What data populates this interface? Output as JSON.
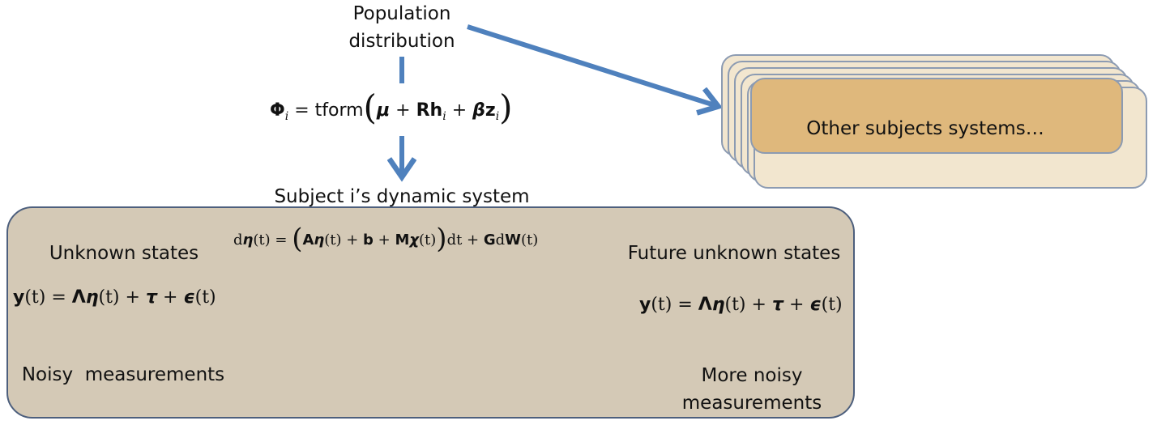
{
  "population_label": [
    "Population",
    "distribution"
  ],
  "phi_equation": {
    "lhs": "Φ",
    "lhs_sub": "i",
    "equals": "=",
    "func": "tform",
    "mu": "μ",
    "plus": "+",
    "R": "R",
    "h": "h",
    "h_sub": "i",
    "beta": "β",
    "z": "z",
    "z_sub": "i"
  },
  "subject_system_label": "Subject i’s dynamic system",
  "other_subjects_label": "Other subjects systems…",
  "unknown_states_label": "Unknown states",
  "future_states_label": "Future unknown states",
  "sde_equation": {
    "d": "d",
    "eta": "η",
    "t": "(t)",
    "equals": "=",
    "A": "A",
    "b": "b",
    "M": "M",
    "chi": "χ",
    "dt": "dt",
    "G": "G",
    "dW_d": "d",
    "W": "W"
  },
  "measurement_equation": {
    "y": "y",
    "t": "(t)",
    "equals": "=",
    "Lambda": "Λ",
    "eta": "η",
    "tau": "τ",
    "eps": "ϵ",
    "plus": "+"
  },
  "noisy_measurements_label": "Noisy  measurements",
  "more_noisy_label": [
    "More noisy",
    "measurements"
  ],
  "colors": {
    "arrow": "#4f81bd",
    "arrow_dark": "#4a6b94",
    "subject_box_fill": "#d4c9b6",
    "subject_box_border": "#4d5f7d",
    "stack_front_fill": "#dfb87c",
    "stack_back_fill": "#f2e6cf"
  }
}
